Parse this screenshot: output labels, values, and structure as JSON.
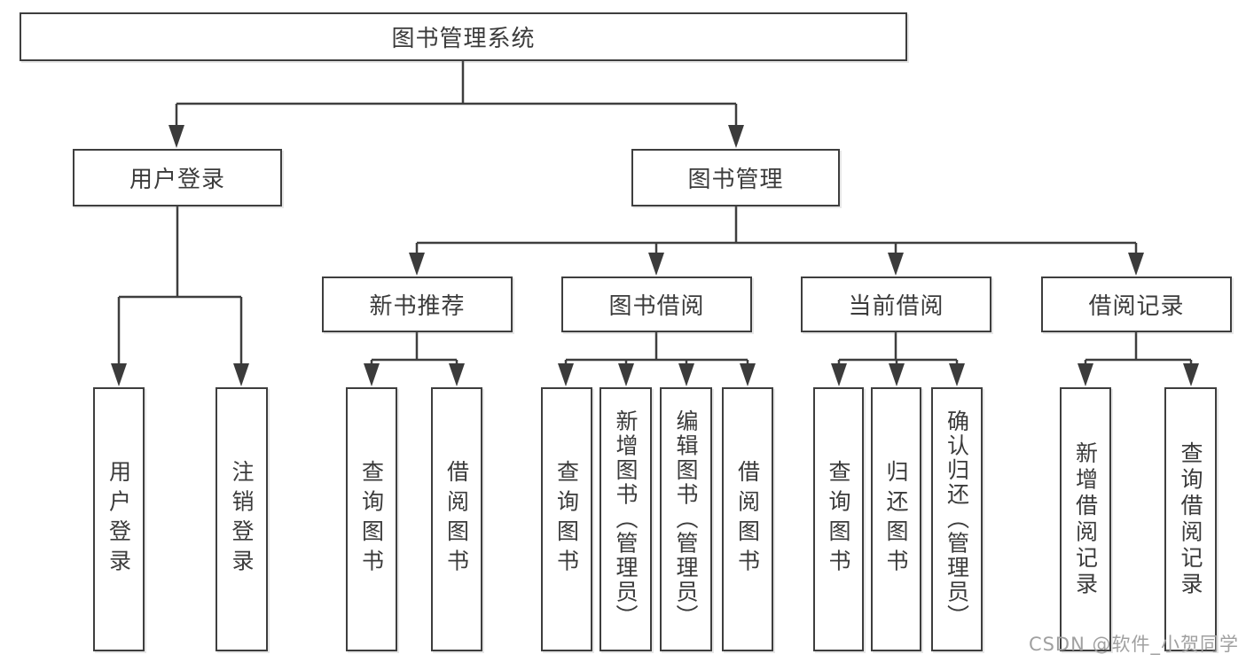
{
  "diagram": {
    "root": {
      "label": "图书管理系统"
    },
    "branches": {
      "user_login": {
        "label": "用户登录",
        "children": {
          "login": {
            "label": "用户登录"
          },
          "logout": {
            "label": "注销登录"
          }
        }
      },
      "book_mgmt": {
        "label": "图书管理",
        "children": {
          "new_books": {
            "label": "新书推荐",
            "children": {
              "query": {
                "label": "查询图书"
              },
              "borrow": {
                "label": "借阅图书"
              }
            }
          },
          "book_borrow": {
            "label": "图书借阅",
            "children": {
              "query": {
                "label": "查询图书"
              },
              "add": {
                "label": "新增图书（管理员）"
              },
              "edit": {
                "label": "编辑图书（管理员）"
              },
              "borrow": {
                "label": "借阅图书"
              }
            }
          },
          "current_borrow": {
            "label": "当前借阅",
            "children": {
              "query": {
                "label": "查询图书"
              },
              "return": {
                "label": "归还图书"
              },
              "confirm_return": {
                "label": "确认归还（管理员）"
              }
            }
          },
          "borrow_records": {
            "label": "借阅记录",
            "children": {
              "add": {
                "label": "新增借阅记录"
              },
              "query": {
                "label": "查询借阅记录"
              }
            }
          }
        }
      }
    },
    "watermark": "CSDN @软件_小贺同学",
    "colors": {
      "line": "#3e3e3e",
      "text": "#3b3b3b",
      "watermark": "#a0a0a0",
      "background": "#ffffff"
    }
  }
}
